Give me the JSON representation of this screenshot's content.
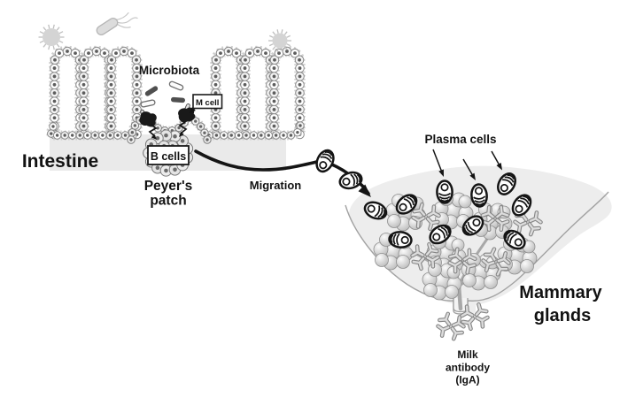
{
  "diagram": {
    "labels": {
      "intestine": "Intestine",
      "microbiota": "Microbiota",
      "m_cell": "M cell",
      "b_cells": "B cells",
      "peyers_patch_line1": "Peyer's",
      "peyers_patch_line2": "patch",
      "migration": "Migration",
      "plasma_cells": "Plasma cells",
      "mammary_glands_line1": "Mammary",
      "mammary_glands_line2": "glands",
      "milk_antibody_line1": "Milk",
      "milk_antibody_line2": "antibody",
      "milk_antibody_line3": "(IgA)"
    },
    "icons": {
      "virus": "virus-icon",
      "bacterium": "bacterium-icon",
      "microbiota_rod": "microbiota-rod-icon",
      "villus": "villus-epithelium",
      "m_cell_phagocyte": "m-cell-dark-icon",
      "b_cell_cluster": "b-cell-cluster",
      "plasma_cell": "plasma-cell-icon",
      "antibody": "antibody-iga-icon",
      "alveoli": "alveoli-cluster",
      "duct": "milk-duct",
      "arrow": "migration-arrow"
    },
    "colors": {
      "background": "#ffffff",
      "ink": "#141414",
      "band": "#eaeaea",
      "gland_fill": "#ededed",
      "gland_outline": "#a2a2a2",
      "light_gray": "#d4d4d4",
      "cell_stroke": "#8a8a8a",
      "nucleus": "#5d5d5d",
      "duct": "#a8a8a8"
    }
  }
}
